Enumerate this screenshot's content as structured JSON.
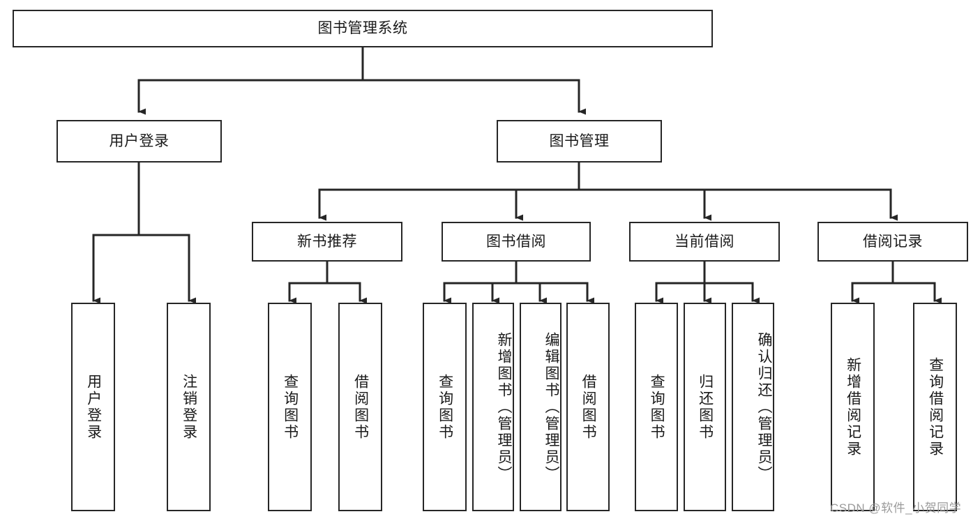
{
  "diagram": {
    "title": "图书管理系统",
    "type": "hierarchy-tree",
    "root": {
      "id": "root",
      "label": "图书管理系统",
      "orientation": "horizontal"
    },
    "level1": [
      {
        "id": "user-login",
        "label": "用户登录",
        "orientation": "horizontal"
      },
      {
        "id": "book-management",
        "label": "图书管理",
        "orientation": "horizontal"
      }
    ],
    "level2": [
      {
        "id": "new-book-recommend",
        "label": "新书推荐",
        "parent": "book-management",
        "orientation": "horizontal"
      },
      {
        "id": "book-borrow",
        "label": "图书借阅",
        "parent": "book-management",
        "orientation": "horizontal"
      },
      {
        "id": "current-borrow",
        "label": "当前借阅",
        "parent": "book-management",
        "orientation": "horizontal"
      },
      {
        "id": "borrow-record",
        "label": "借阅记录",
        "parent": "book-management",
        "orientation": "horizontal"
      }
    ],
    "leaves": [
      {
        "id": "leaf-user-login",
        "label": "用户登录",
        "parent": "user-login",
        "orientation": "vertical"
      },
      {
        "id": "leaf-user-logout",
        "label": "注销登录",
        "parent": "user-login",
        "orientation": "vertical"
      },
      {
        "id": "leaf-query-book-1",
        "label": "查询图书",
        "parent": "new-book-recommend",
        "orientation": "vertical"
      },
      {
        "id": "leaf-borrow-book-1",
        "label": "借阅图书",
        "parent": "new-book-recommend",
        "orientation": "vertical"
      },
      {
        "id": "leaf-query-book-2",
        "label": "查询图书",
        "parent": "book-borrow",
        "orientation": "vertical"
      },
      {
        "id": "leaf-add-book",
        "label": "新增图书（管理员）",
        "parent": "book-borrow",
        "orientation": "vertical"
      },
      {
        "id": "leaf-edit-book",
        "label": "编辑图书（管理员）",
        "parent": "book-borrow",
        "orientation": "vertical"
      },
      {
        "id": "leaf-borrow-book-2",
        "label": "借阅图书",
        "parent": "book-borrow",
        "orientation": "vertical"
      },
      {
        "id": "leaf-query-book-3",
        "label": "查询图书",
        "parent": "current-borrow",
        "orientation": "vertical"
      },
      {
        "id": "leaf-return-book",
        "label": "归还图书",
        "parent": "current-borrow",
        "orientation": "vertical"
      },
      {
        "id": "leaf-confirm-return",
        "label": "确认归还（管理员）",
        "parent": "current-borrow",
        "orientation": "vertical"
      },
      {
        "id": "leaf-add-record",
        "label": "新增借阅记录",
        "parent": "borrow-record",
        "orientation": "vertical"
      },
      {
        "id": "leaf-query-record",
        "label": "查询借阅记录",
        "parent": "borrow-record",
        "orientation": "vertical"
      }
    ],
    "watermark": "CSDN @软件_小贺同学",
    "colors": {
      "stroke": "#262626",
      "fill": "#ffffff",
      "text": "#1a1a1a",
      "watermark": "#9b9b9b"
    }
  }
}
